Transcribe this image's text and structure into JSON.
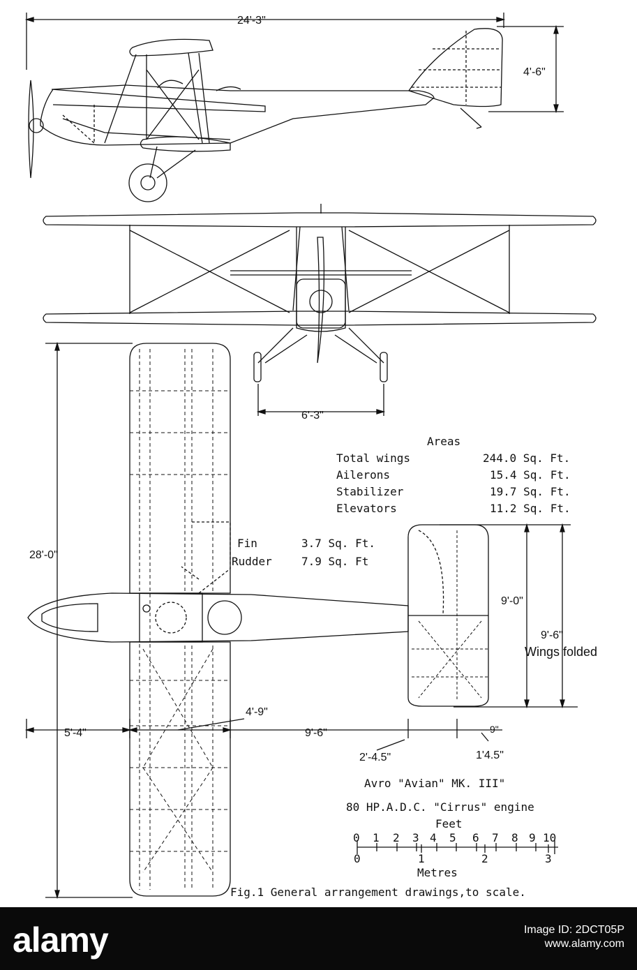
{
  "dimensions": {
    "length": "24'-3\"",
    "height": "4'-6\"",
    "track": "6'-3\"",
    "span": "28'-0\"",
    "tailplane_span": "9'-0\"",
    "folded_width": "9'-6\"",
    "wings_folded_label": "Wings folded",
    "nose_to_wing": "5'-4\"",
    "chord": "4'-9\"",
    "wing_to_tail": "9'-6\"",
    "tail_offset": "2'-4.5\"",
    "small_nine": "9\"",
    "small_offset": "1'4.5\""
  },
  "areas": {
    "title": "Areas",
    "rows": [
      {
        "name": "Total wings",
        "value": "244.0 Sq. Ft."
      },
      {
        "name": "Ailerons",
        "value": "15.4 Sq. Ft."
      },
      {
        "name": "Stabilizer",
        "value": "19.7 Sq. Ft."
      },
      {
        "name": "Elevators",
        "value": "11.2 Sq. Ft."
      }
    ],
    "fin": {
      "name": "Fin",
      "value": "3.7 Sq. Ft."
    },
    "rudder": {
      "name": "Rudder",
      "value": "7.9 Sq. Ft"
    }
  },
  "title_block": {
    "model": "Avro \"Avian\" MK. III\"",
    "engine": "80 HP.A.D.C. \"Cirrus\" engine",
    "scale_feet_label": "Feet",
    "feet_ticks": [
      "0",
      "1",
      "2",
      "3",
      "4",
      "5",
      "6",
      "7",
      "8",
      "9",
      "10"
    ],
    "metre_ticks": [
      "0",
      "1",
      "2",
      "3"
    ],
    "scale_metres_label": "Metres",
    "caption": "Fig.1  General arrangement drawings,to scale."
  },
  "watermark": {
    "logo": "alamy",
    "image_id_label": "Image ID: 2DCT05P",
    "site": "www.alamy.com"
  },
  "colors": {
    "ink": "#111111",
    "paper": "#ffffff",
    "bar": "#0a0a0a"
  }
}
